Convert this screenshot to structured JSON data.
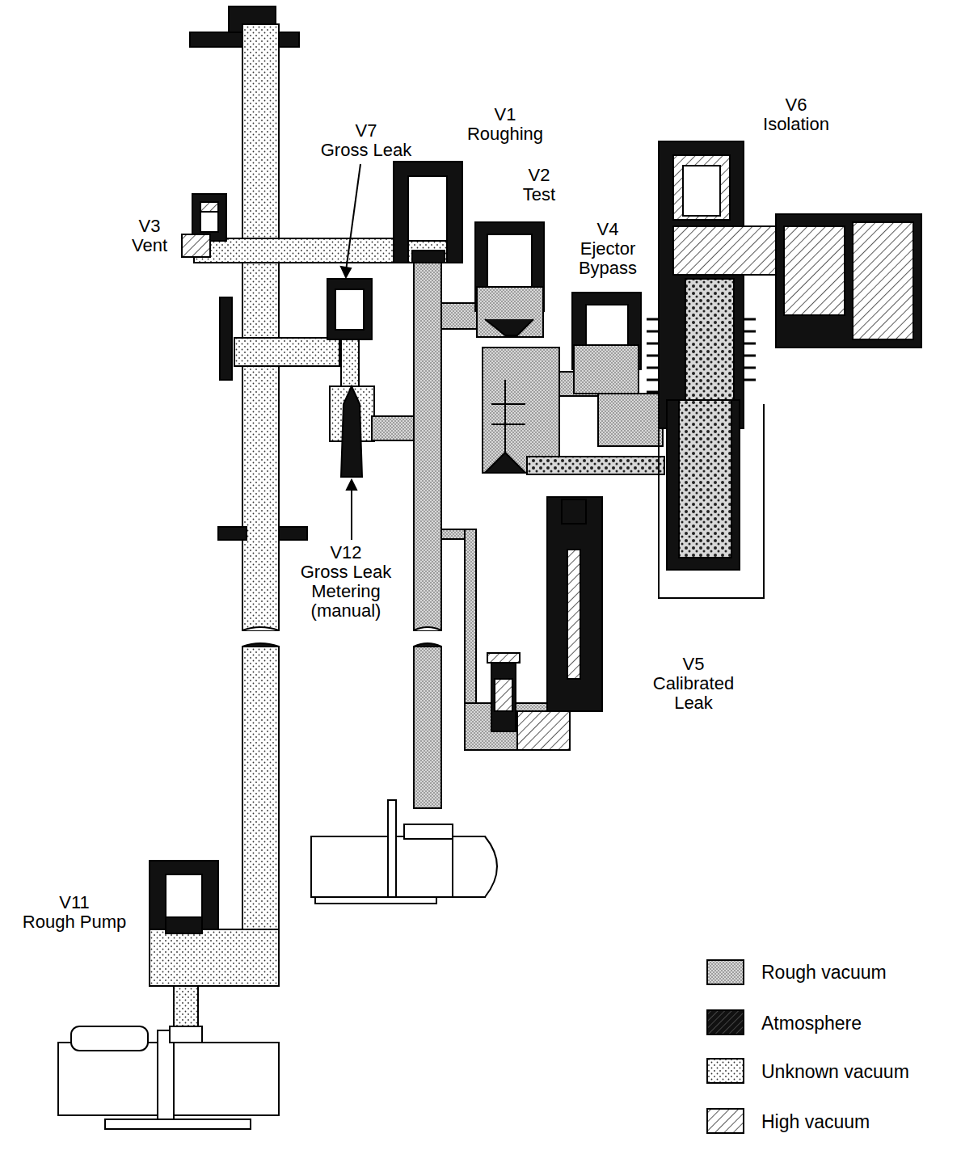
{
  "diagram": {
    "labels": [
      "V7 Gross Leak",
      "V1 Roughing",
      "V2 Test",
      "V3 Vent",
      "V4 Ejector Bypass",
      "V6 Isolation",
      "V12 Gross Leak Metering (manual)",
      "V5 Calibrated Leak",
      "V11 Rough Pump"
    ],
    "legend": [
      {
        "text": "Rough vacuum"
      },
      {
        "text": "Atmosphere"
      },
      {
        "text": "Unknown vacuum"
      },
      {
        "text": "High vacuum"
      }
    ]
  }
}
